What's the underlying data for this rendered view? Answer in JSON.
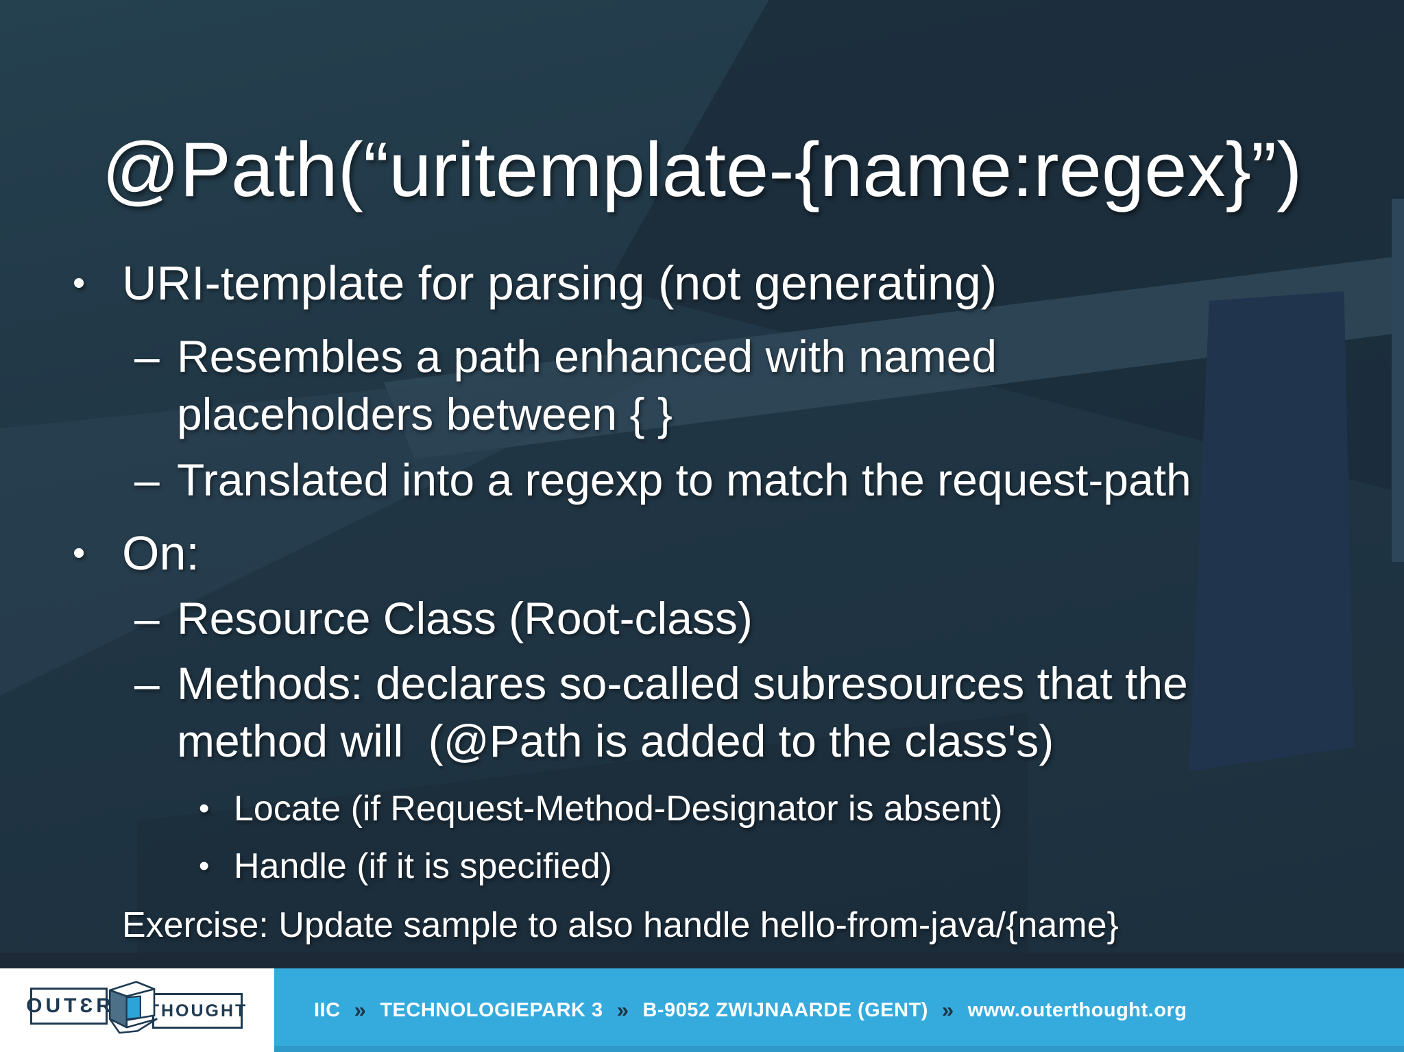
{
  "slide": {
    "title": "@Path(“uritemplate-{name:regex}”)",
    "bullets": [
      {
        "marker": "•",
        "lines": [
          "URI-template for parsing (not generating)"
        ]
      },
      {
        "marker": "–",
        "lines": [
          "Resembles a path enhanced with named",
          "placeholders between { }"
        ]
      },
      {
        "marker": "–",
        "lines": [
          "Translated into a regexp to match the request-path"
        ]
      },
      {
        "marker": "•",
        "lines": [
          "On:"
        ]
      },
      {
        "marker": "–",
        "lines": [
          "Resource Class (Root-class)"
        ]
      },
      {
        "marker": "–",
        "lines": [
          "Methods: declares so-called subresources that the",
          "method will  (@Path is added to the class's)"
        ]
      },
      {
        "marker": "•",
        "lines": [
          "Locate (if Request-Method-Designator is absent)"
        ]
      },
      {
        "marker": "•",
        "lines": [
          "Handle (if it is specified)"
        ]
      },
      {
        "marker": "",
        "lines": [
          "Exercise: Update sample to also handle hello-from-java/{name}"
        ]
      }
    ]
  },
  "footer": {
    "logo": {
      "word_outer": "OUTƐR",
      "word_thought": "THOUGHT",
      "cube_icon": "outerthought-cube-icon"
    },
    "address": {
      "separator": "»",
      "items": [
        "IIC",
        "TECHNOLOGIEPARK 3",
        "B-9052 ZWIJNAARDE (GENT)",
        "www.outerthought.org"
      ]
    }
  },
  "colors": {
    "background_navy": "#203544",
    "footer_blue": "#35aadd",
    "logo_navy": "#1e3a52",
    "cube_blue": "#2ea3d8",
    "cube_slate": "#4d7088",
    "text_white": "#ffffff",
    "separator_navy": "#1d3344"
  }
}
